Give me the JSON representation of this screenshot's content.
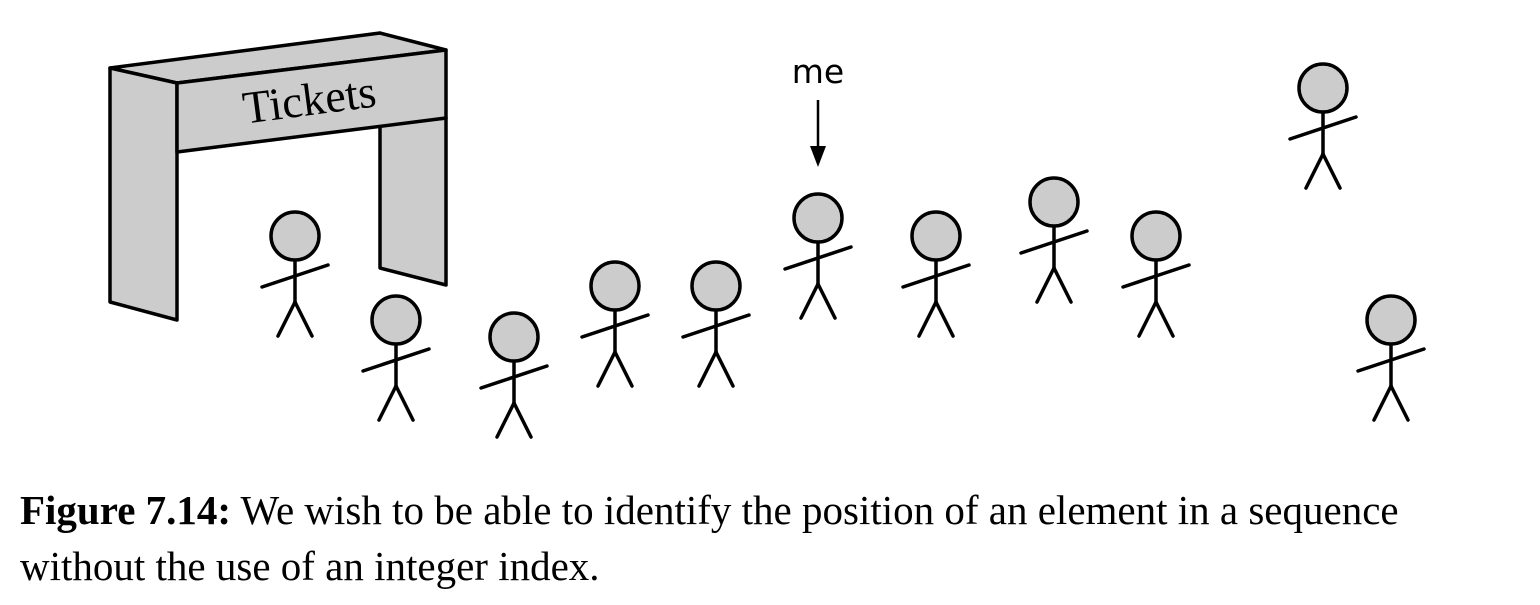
{
  "diagram": {
    "gate_label": "Tickets",
    "me_label": "me",
    "figure_fill": "#cccccc",
    "stroke_color": "#000000"
  },
  "caption": {
    "label": "Figure 7.14:",
    "text": " We wish to be able to identify the position of an element in a sequence without the use of an integer index."
  }
}
